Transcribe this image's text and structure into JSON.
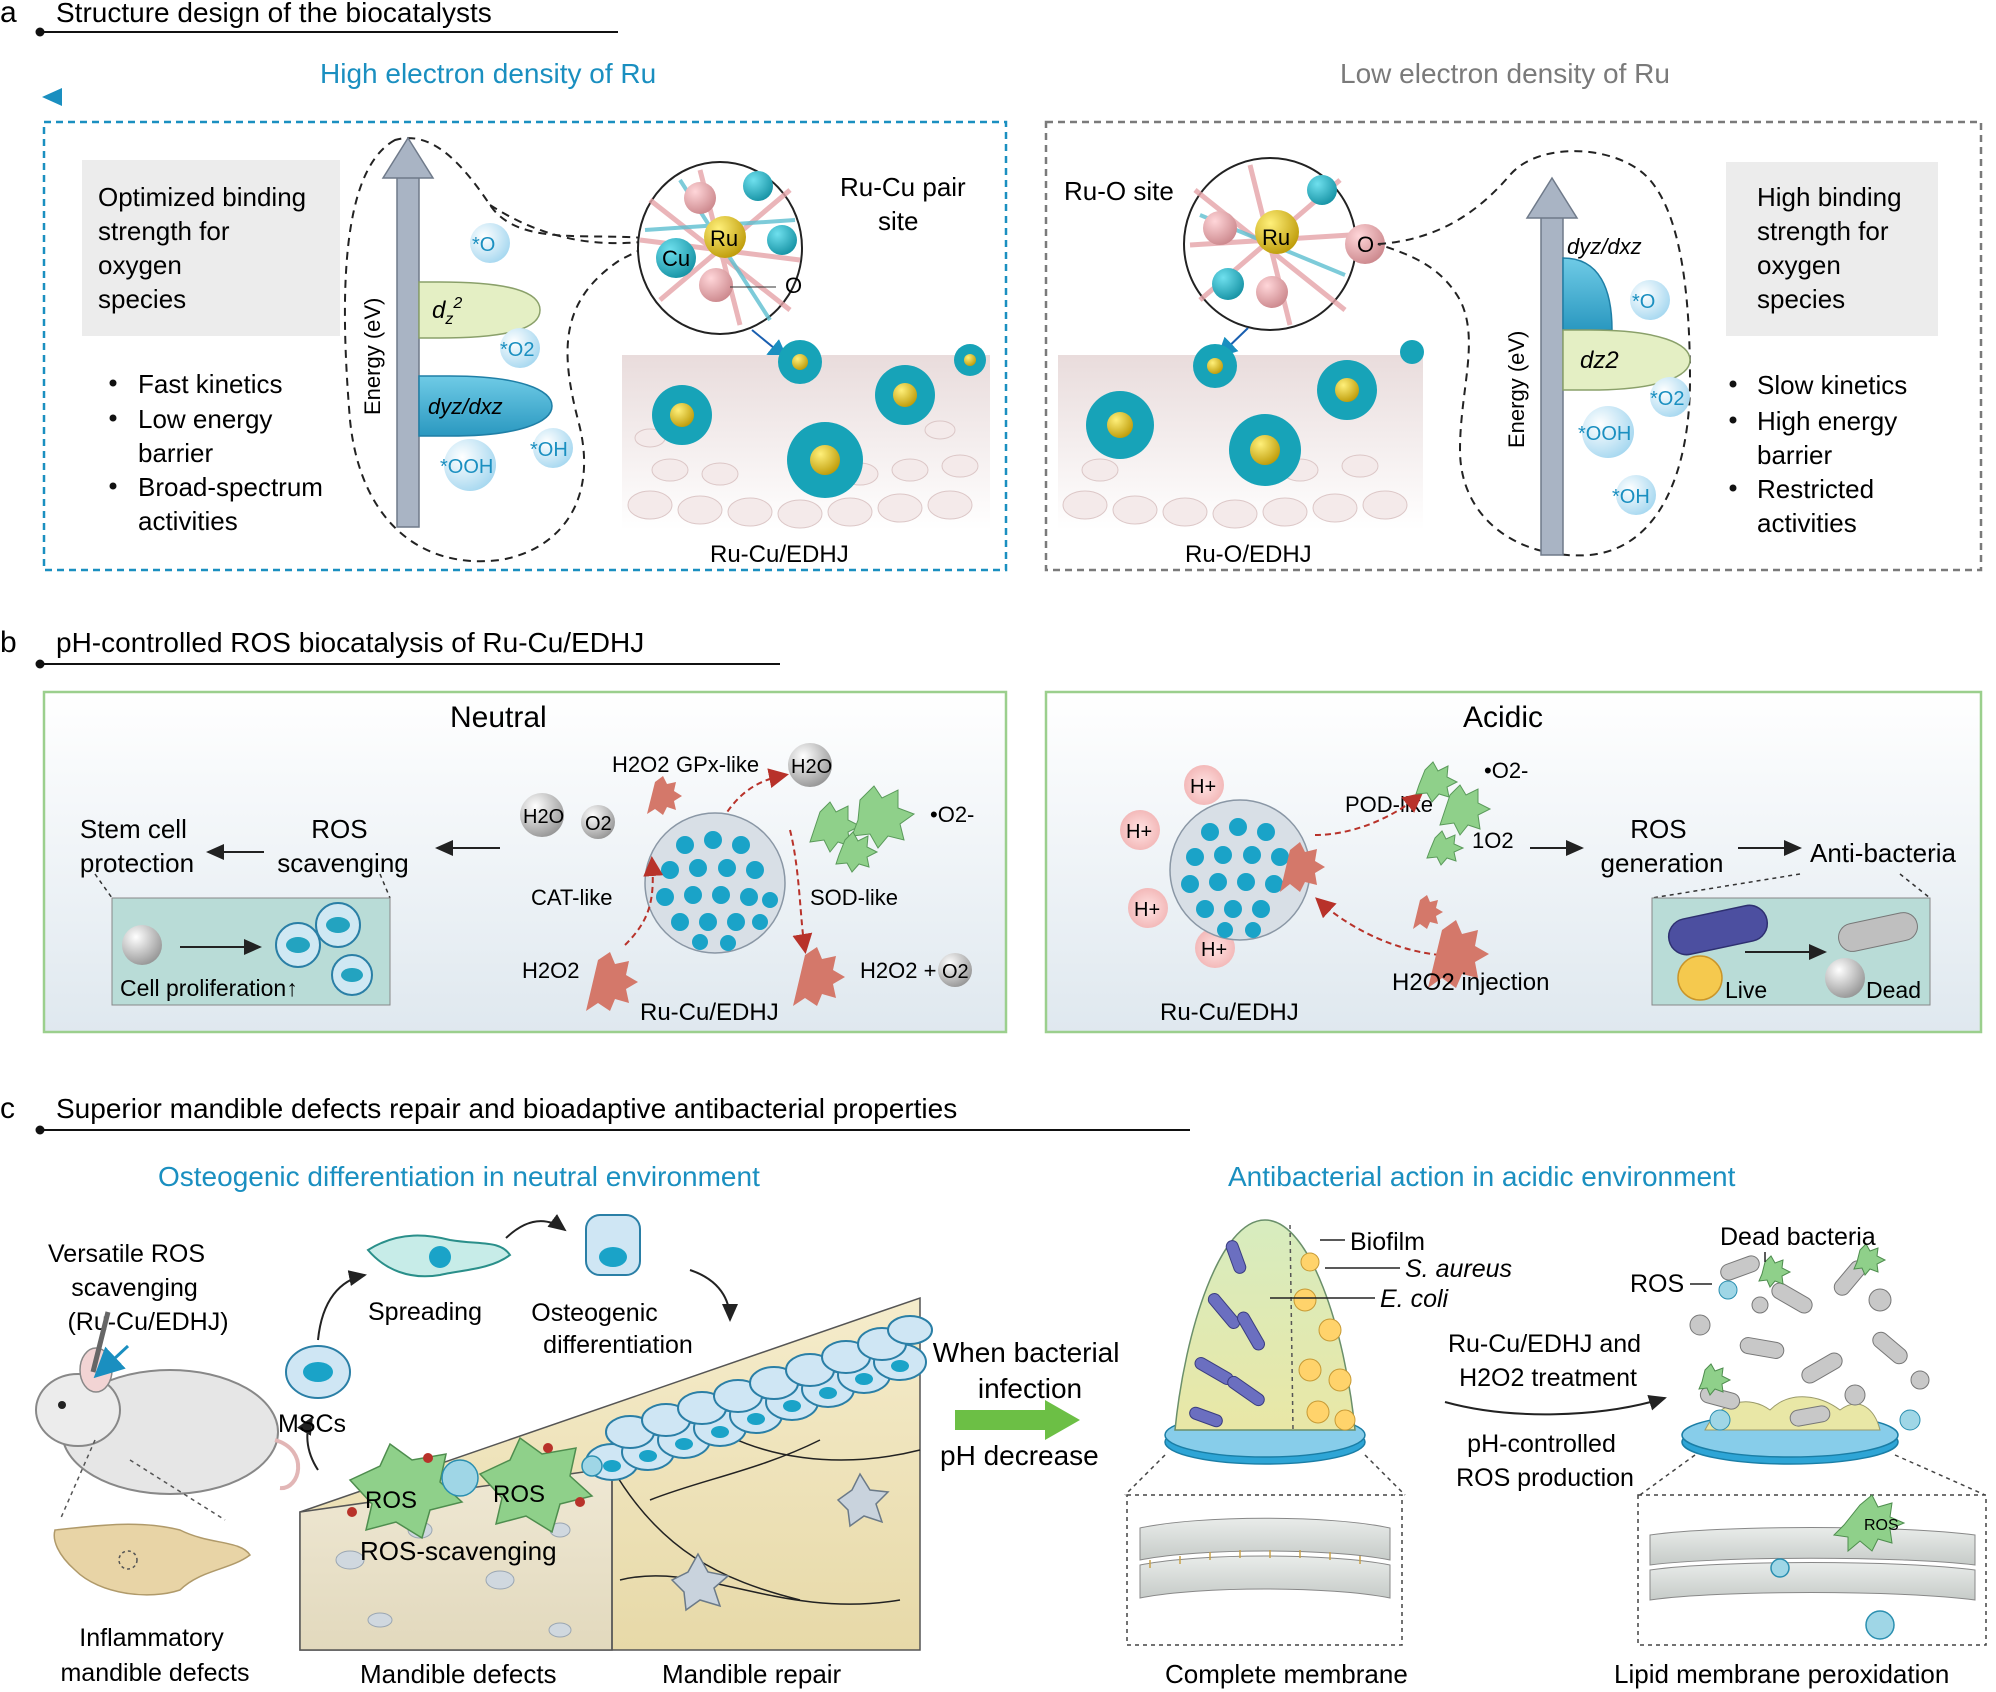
{
  "panel_a": {
    "letter": "a",
    "title": "Structure design of the biocatalysts",
    "arrow_high": "High electron density of Ru",
    "arrow_low": "Low electron density of Ru",
    "left": {
      "box_text": [
        "Optimized binding",
        "strength for",
        "oxygen",
        "species"
      ],
      "bullets": [
        [
          "Fast kinetics"
        ],
        [
          "Low energy",
          "barrier"
        ],
        [
          "Broad-spectrum",
          "activities"
        ]
      ],
      "energy_label": "Energy (eV)",
      "orbital_dz2_main": "d",
      "orbital_dz2_sub": "z",
      "orbital_dz2_sup": "2",
      "orbital_dyz": "dyz/dxz",
      "species": [
        "*O",
        "*O2",
        "*OOH",
        "*OH"
      ],
      "site_label": [
        "Ru-Cu pair",
        "site"
      ],
      "atoms": [
        "Cu",
        "Ru",
        "O"
      ],
      "catalyst_label": "Ru-Cu/EDHJ"
    },
    "right": {
      "site_label": "Ru-O site",
      "atoms": [
        "Ru",
        "O"
      ],
      "energy_label": "Energy (eV)",
      "orbital_dyz": "dyz/dxz",
      "orbital_dz2": "dz2",
      "species": [
        "*O",
        "*O2",
        "*OOH",
        "*OH"
      ],
      "box_text": [
        "High binding",
        "strength for",
        "oxygen",
        "species"
      ],
      "bullets": [
        [
          "Slow kinetics"
        ],
        [
          "High energy",
          "barrier"
        ],
        [
          "Restricted",
          "activities"
        ]
      ],
      "catalyst_label": "Ru-O/EDHJ"
    }
  },
  "panel_b": {
    "letter": "b",
    "title": "pH-controlled ROS biocatalysis of Ru-Cu/EDHJ",
    "neutral": {
      "header": "Neutral",
      "stem": [
        "Stem cell",
        "protection"
      ],
      "ros": [
        "ROS",
        "scavenging"
      ],
      "prolif": "Cell proliferation↑",
      "gpx": "GPx-like",
      "cat": "CAT-like",
      "sod": "SOD-like",
      "h2o2": "H2O2",
      "h2o": "H2O",
      "o2": "O2",
      "superoxide": "•O2-",
      "product": "H2O2 +",
      "catalyst": "Ru-Cu/EDHJ"
    },
    "acidic": {
      "header": "Acidic",
      "hplus": "H+",
      "pod": "POD-like",
      "superoxide": "•O2-",
      "singlet": "1O2",
      "ros": [
        "ROS",
        "generation"
      ],
      "anti": "Anti-bacteria",
      "injection": "H2O2 injection",
      "live": "Live",
      "dead": "Dead",
      "catalyst": "Ru-Cu/EDHJ"
    }
  },
  "panel_c": {
    "letter": "c",
    "title": "Superior mandible defects repair and bioadaptive antibacterial properties",
    "sub_left": "Osteogenic differentiation in neutral environment",
    "sub_right": "Antibacterial action in acidic environment",
    "versatile": [
      "Versatile ROS",
      "scavenging",
      "(Ru-Cu/EDHJ)"
    ],
    "inflammatory": [
      "Inflammatory",
      "mandible defects"
    ],
    "mscs": "MSCs",
    "spreading": "Spreading",
    "osteogenic": [
      "Osteogenic",
      "differentiation"
    ],
    "ros": "ROS",
    "ros_scavenging": "ROS-scavenging",
    "mandible_defects": "Mandible defects",
    "mandible_repair": "Mandible repair",
    "when": [
      "When bacterial",
      "infection"
    ],
    "ph_decrease": "pH decrease",
    "biofilm": "Biofilm",
    "s_aureus": "S. aureus",
    "e_coli": "E. coli",
    "treatment": [
      "Ru-Cu/EDHJ and",
      "H2O2 treatment"
    ],
    "ph_controlled": [
      "pH-controlled",
      "ROS production"
    ],
    "dead_bacteria": "Dead bacteria",
    "ros_label": "ROS",
    "complete_membrane": "Complete membrane",
    "lipid": "Lipid membrane peroxidation"
  },
  "colors": {
    "accent_blue": "#1a8fc0",
    "gray_text": "#7a7a7a",
    "box_green": "#9bcf8d",
    "teal_atom": "#1aa3b8",
    "pink_atom": "#e6a3a8",
    "gold_atom": "#d9b400",
    "ros_green": "#8fd08a",
    "red_arrow": "#c0392b"
  }
}
